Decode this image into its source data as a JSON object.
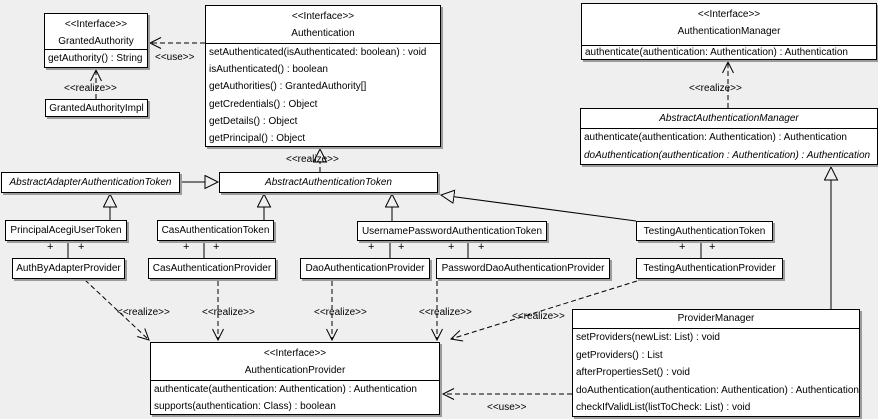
{
  "diagram": {
    "background_color": "#efefef",
    "box_fill": "#ffffff",
    "line_color": "#000000",
    "classes": {
      "granted_authority": {
        "stereotype": "<<Interface>>",
        "name": "GrantedAuthority",
        "methods": [
          "getAuthority() : String"
        ]
      },
      "granted_authority_impl": {
        "name": "GrantedAuthorityImpl"
      },
      "authentication": {
        "stereotype": "<<Interface>>",
        "name": "Authentication",
        "methods": [
          "setAuthenticated(isAuthenticated: boolean) : void",
          "isAuthenticated() : boolean",
          "getAuthorities() : GrantedAuthority[]",
          "getCredentials() : Object",
          "getDetails() : Object",
          "getPrincipal() : Object"
        ]
      },
      "authentication_manager": {
        "stereotype": "<<Interface>>",
        "name": "AuthenticationManager",
        "methods": [
          "authenticate(authentication: Authentication) : Authentication"
        ]
      },
      "abstract_authentication_manager": {
        "name": "AbstractAuthenticationManager",
        "methods": [
          "authenticate(authentication: Authentication) : Authentication",
          "doAuthentication(authentication : Authentication) : Authentication"
        ]
      },
      "abstract_adapter_authentication_token": {
        "name": "AbstractAdapterAuthenticationToken"
      },
      "abstract_authentication_token": {
        "name": "AbstractAuthenticationToken"
      },
      "principal_acegi_user_token": {
        "name": "PrincipalAcegiUserToken"
      },
      "cas_authentication_token": {
        "name": "CasAuthenticationToken"
      },
      "username_password_authentication_token": {
        "name": "UsernamePasswordAuthenticationToken"
      },
      "testing_authentication_token": {
        "name": "TestingAuthenticationToken"
      },
      "auth_by_adapter_provider": {
        "name": "AuthByAdapterProvider"
      },
      "cas_authentication_provider": {
        "name": "CasAuthenticationProvider"
      },
      "dao_authentication_provider": {
        "name": "DaoAuthenticationProvider"
      },
      "password_dao_authentication_provider": {
        "name": "PasswordDaoAuthenticationProvider"
      },
      "testing_authentication_provider": {
        "name": "TestingAuthenticationProvider"
      },
      "authentication_provider": {
        "stereotype": "<<Interface>>",
        "name": "AuthenticationProvider",
        "methods": [
          "authenticate(authentication: Authentication) : Authentication",
          "supports(authentication: Class) : boolean"
        ]
      },
      "provider_manager": {
        "name": "ProviderManager",
        "methods": [
          "setProviders(newList: List) : void",
          "getProviders() : List",
          "afterPropertiesSet() : void",
          "doAuthentication(authentication: Authentication) : Authentication",
          "checkIfValidList(listToCheck: List) : void"
        ]
      }
    },
    "edge_labels": {
      "use_granted": "<<use>>",
      "realize_granted": "<<realize>>",
      "realize_authentication": "<<realize>>",
      "realize_manager": "<<realize>>",
      "realize_auth_by_adapter": "<<realize>>",
      "realize_cas": "<<realize>>",
      "realize_dao": "<<realize>>",
      "realize_password_dao": "<<realize>>",
      "realize_testing": "<<realize>>",
      "use_provider": "<<use>>"
    },
    "plus_marker": "+"
  }
}
